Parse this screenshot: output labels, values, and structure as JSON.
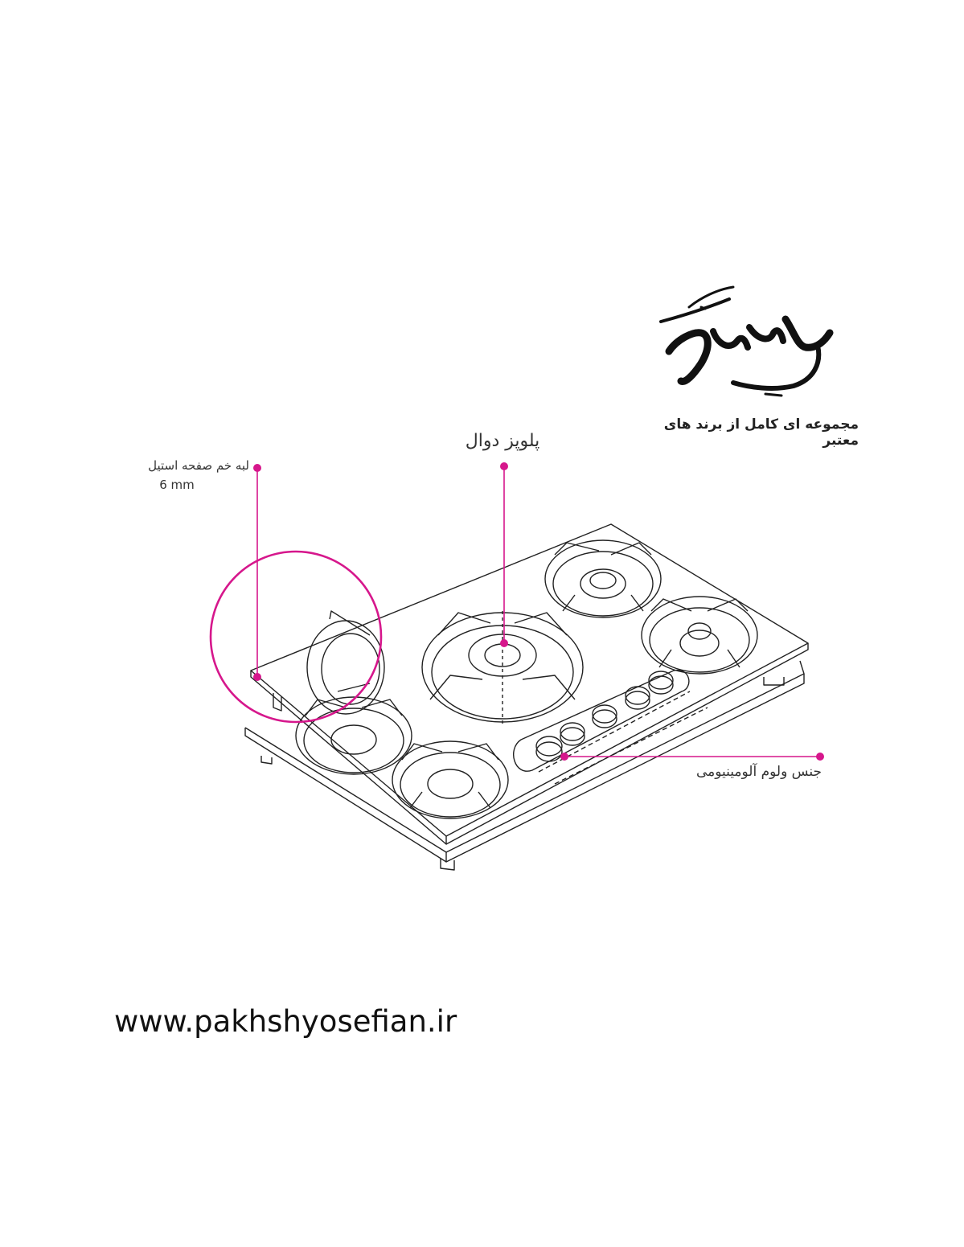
{
  "brand": {
    "tagline": "مجموعه ای کامل از برند های معتبر"
  },
  "callouts": {
    "burner": "پلوپز دوال",
    "edge_line1": "لبه خم صفحه استیل",
    "edge_line2": "6 mm",
    "knob": "جنس ولوم آلومینیومی"
  },
  "footer": {
    "website": "www.pakhshyosefian.ir"
  },
  "colors": {
    "accent": "#d6178c",
    "line": "#222222"
  }
}
